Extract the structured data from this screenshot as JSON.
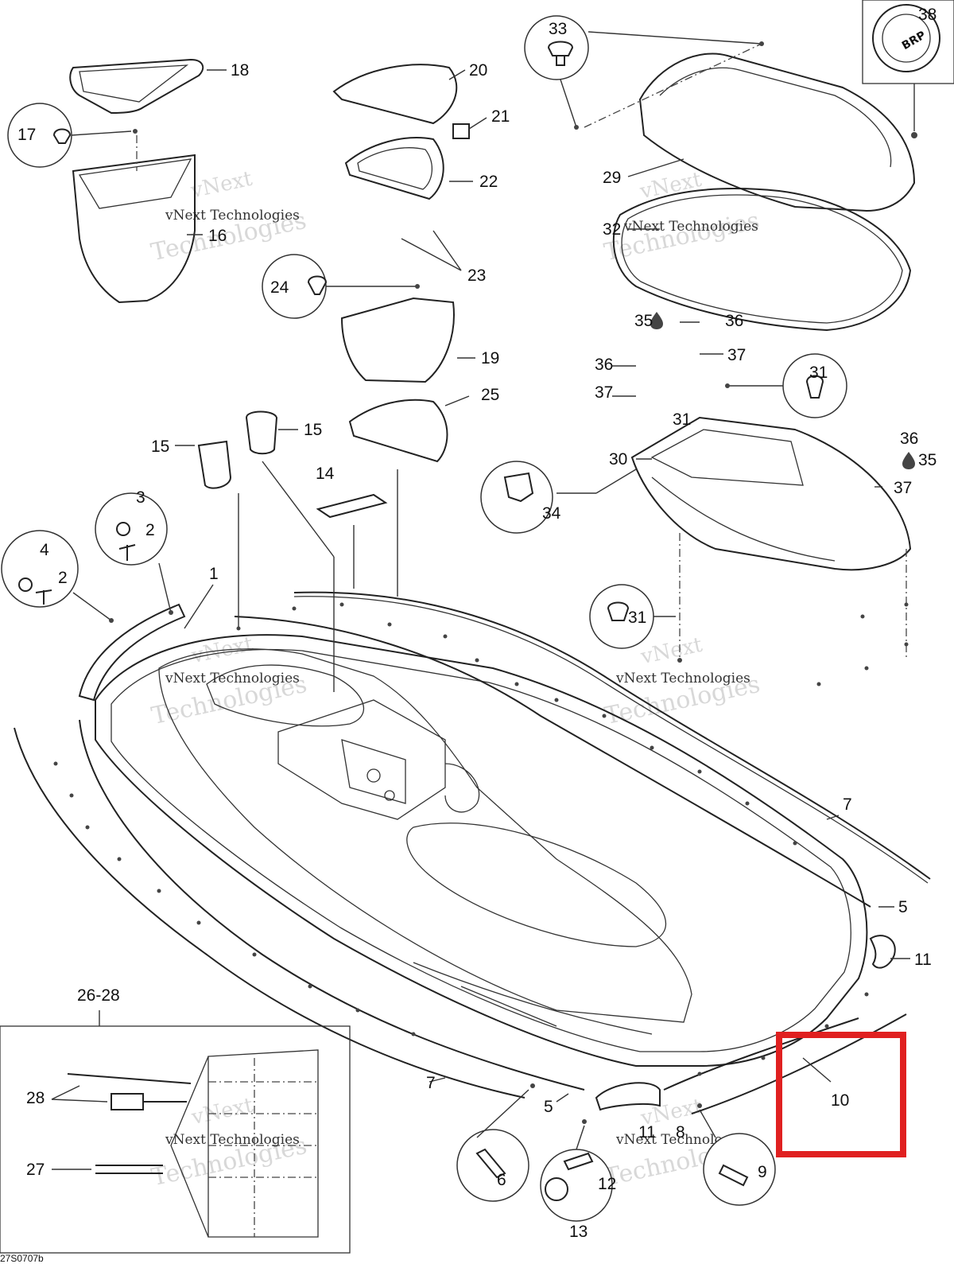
{
  "callouts": {
    "c1": "1",
    "c2a": "2",
    "c2b": "2",
    "c3": "3",
    "c4": "4",
    "c5a": "5",
    "c5b": "5",
    "c6": "6",
    "c7a": "7",
    "c7b": "7",
    "c8": "8",
    "c9": "9",
    "c10": "10",
    "c11a": "11",
    "c11b": "11",
    "c12": "12",
    "c13": "13",
    "c14": "14",
    "c15a": "15",
    "c15b": "15",
    "c16": "16",
    "c17": "17",
    "c18": "18",
    "c19": "19",
    "c20": "20",
    "c21": "21",
    "c22": "22",
    "c23": "23",
    "c24": "24",
    "c25": "25",
    "c2628": "26-28",
    "c27": "27",
    "c28": "28",
    "c29": "29",
    "c30": "30",
    "c31a": "31",
    "c31b": "31",
    "c31c": "31",
    "c32": "32",
    "c33": "33",
    "c34": "34",
    "c35a": "35",
    "c35b": "35",
    "c36a": "36",
    "c36b": "36",
    "c36c": "36",
    "c37a": "37",
    "c37b": "37",
    "c37c": "37",
    "c38": "38"
  },
  "watermark": {
    "line1": "vNext",
    "line2": "vNext Technologies",
    "line3": "Technologies"
  },
  "logo_text": "BRP",
  "figure_code": "27S0707b",
  "highlight": {
    "color": "#e02020",
    "target": "10"
  },
  "icons": {
    "drop": "drop-icon"
  }
}
